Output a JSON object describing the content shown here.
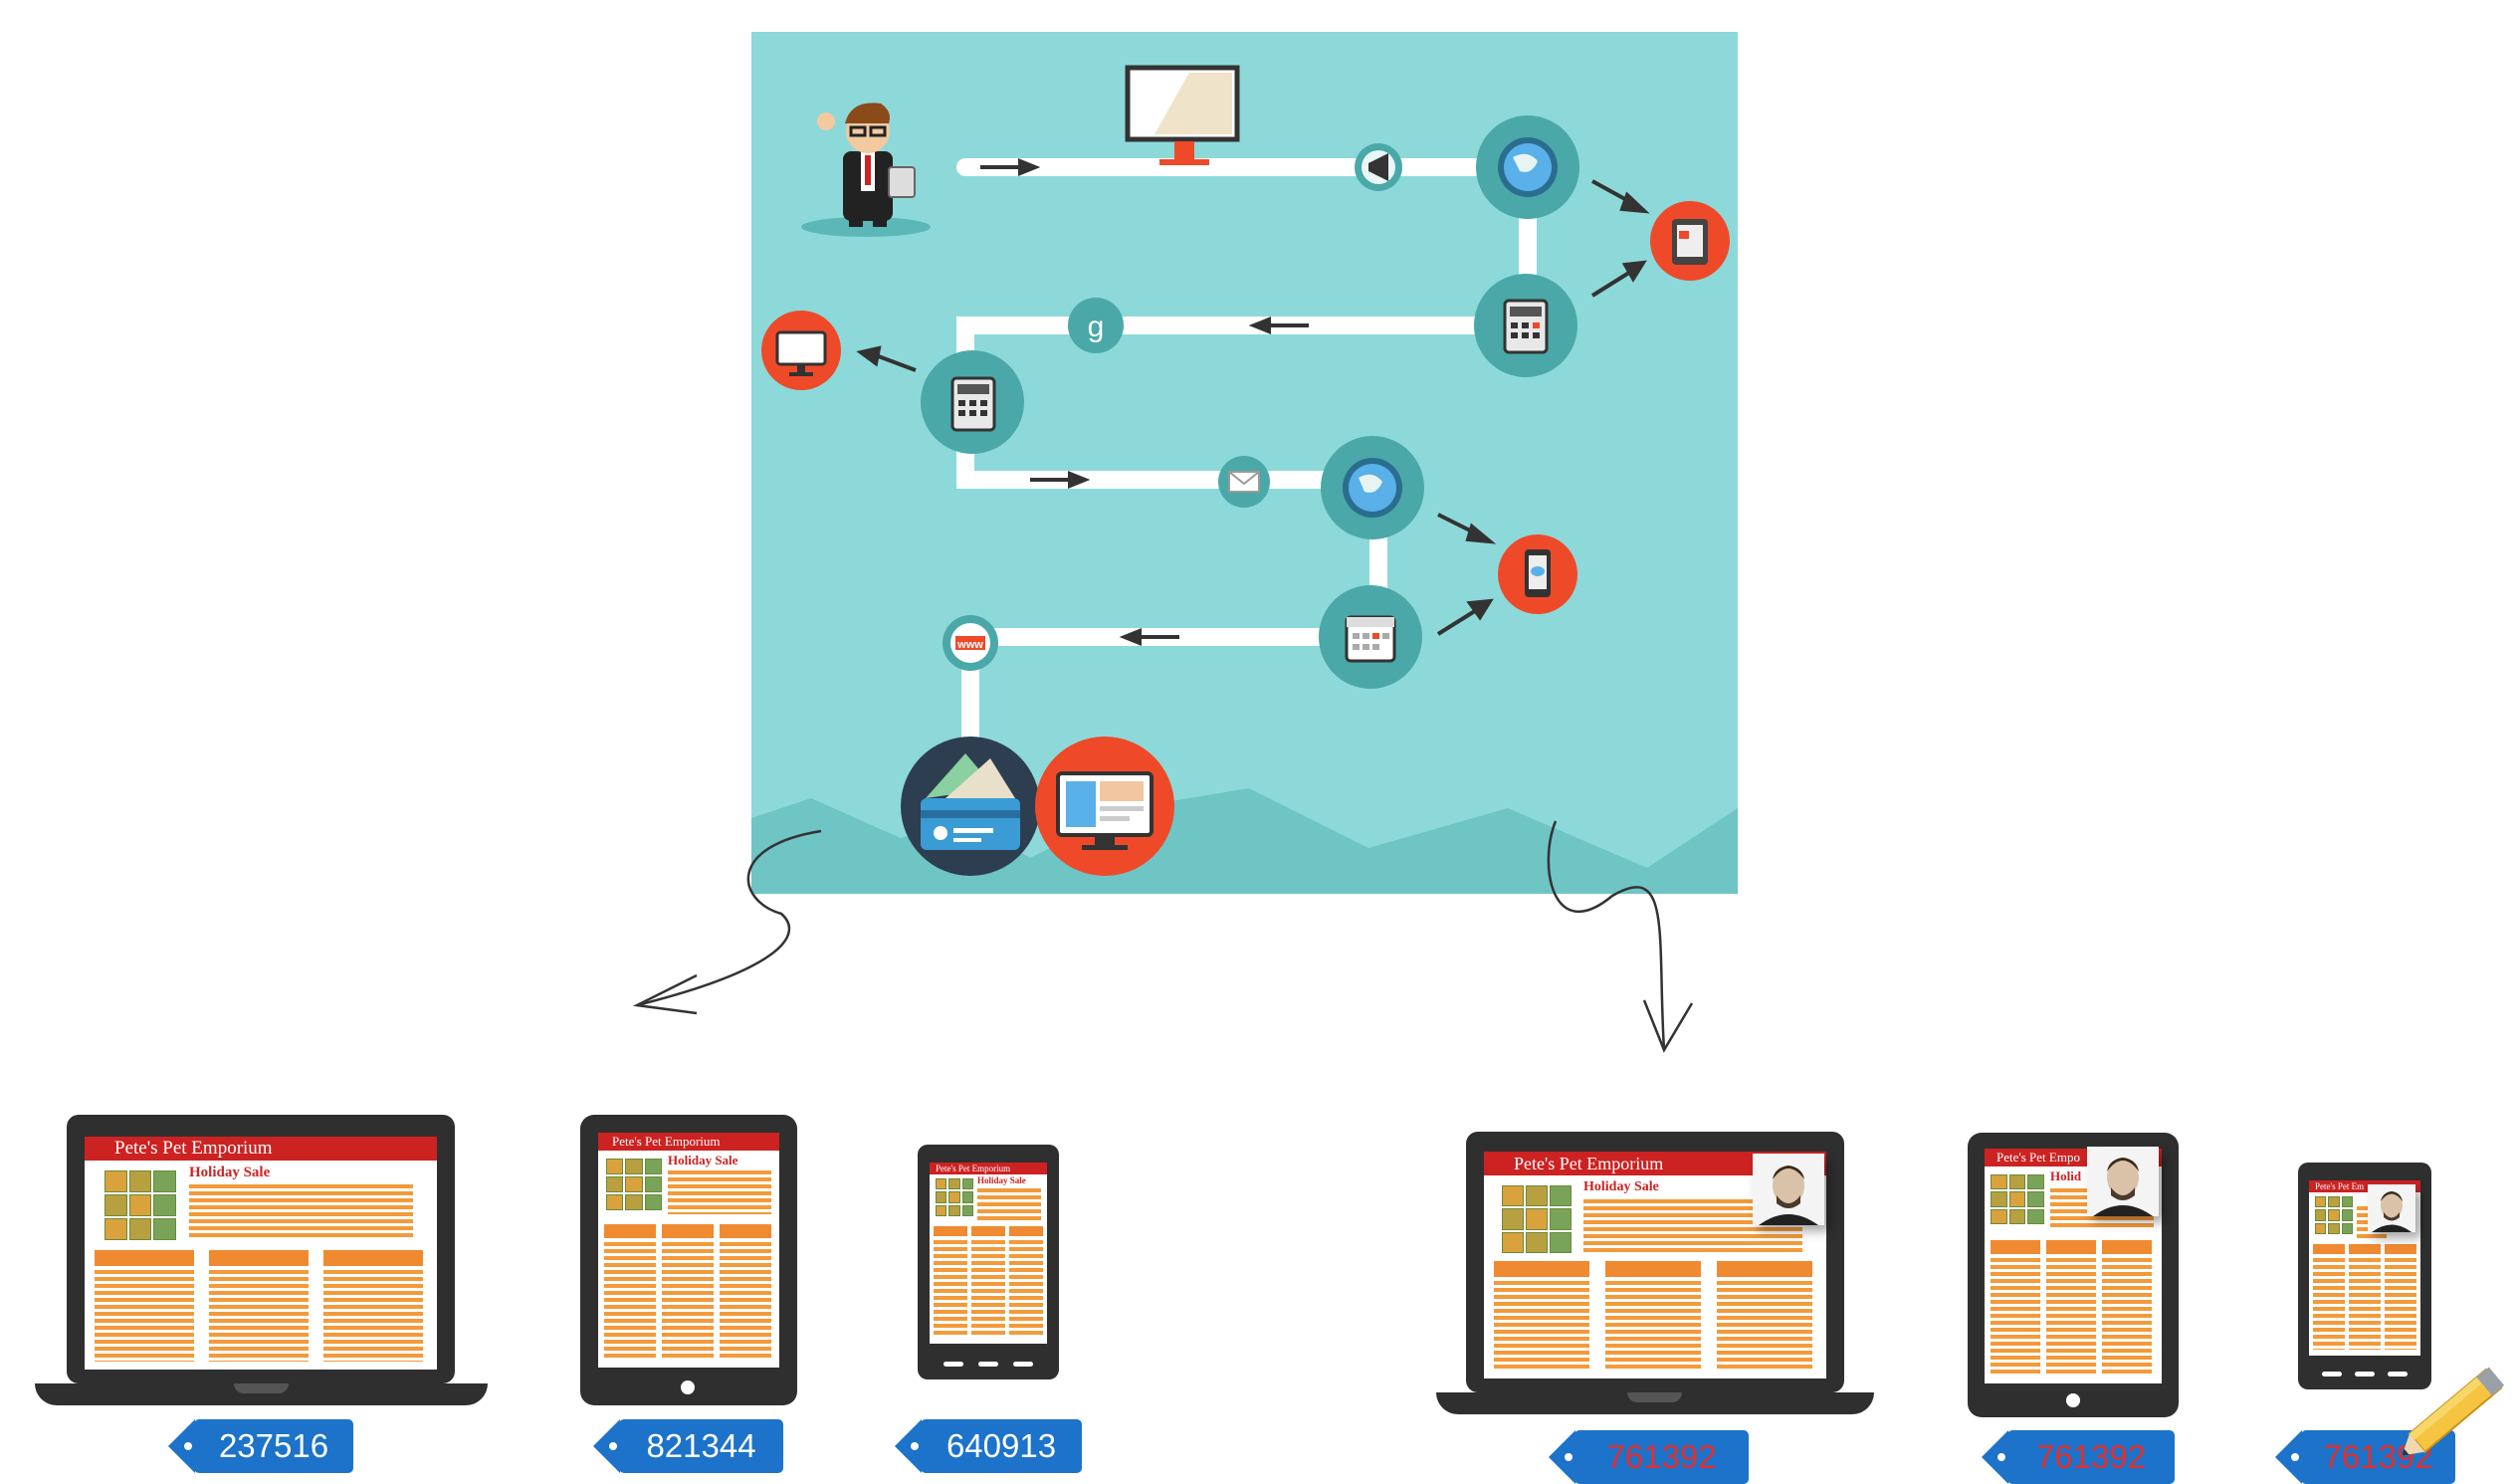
{
  "colors": {
    "panel": "#8dd9d9",
    "path": "#ffffff",
    "hub": "#4aa8a8",
    "accent_red": "#ee4a2a",
    "tag_blue": "#1c73c9",
    "header_red": "#cc2222",
    "orange_text": "#f39a3a"
  },
  "journey_icons": [
    "businessman-icon",
    "billboard-icon",
    "megaphone-icon",
    "globe-icon",
    "tablet-icon",
    "calculator-icon",
    "google-icon",
    "desktop-icon",
    "calculator-icon",
    "email-icon",
    "globe-icon",
    "phone-icon",
    "calendar-icon",
    "www-icon",
    "wallet-icon",
    "monitor-icon"
  ],
  "google_glyph": "g",
  "www_glyph": "www",
  "site": {
    "title_full": "Pete's Pet Emporium",
    "title_trunc_tablet": "Pete's Pet Empo",
    "title_trunc_phone": "Pete's Pet Em",
    "sale": "Holiday Sale",
    "sale_trunc": "Holid"
  },
  "tags_left": [
    "237516",
    "821344",
    "640913"
  ],
  "tags_right": [
    "761392",
    "761392",
    "761392"
  ]
}
